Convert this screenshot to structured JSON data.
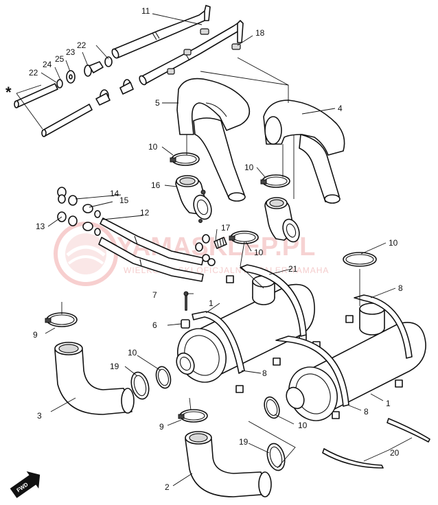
{
  "watermark": {
    "brand": "YAMASKLEP.PL",
    "tagline": "WIELKOPOLSKI OFICJALNY DEALER YAMAHA",
    "color": "#f3c4c4"
  },
  "callouts": {
    "c1a": "1",
    "c1b": "1",
    "c2": "2",
    "c3": "3",
    "c4": "4",
    "c5": "5",
    "c6": "6",
    "c7": "7",
    "c8a": "8",
    "c8b": "8",
    "c8c": "8",
    "c9a": "9",
    "c9b": "9",
    "c10a": "10",
    "c10b": "10",
    "c10c": "10",
    "c10d": "10",
    "c10e": "10",
    "c10f": "10",
    "c11": "11",
    "c12": "12",
    "c13": "13",
    "c14": "14",
    "c15": "15",
    "c16": "16",
    "c17": "17",
    "c18": "18",
    "c19a": "19",
    "c19b": "19",
    "c20": "20",
    "c21": "21",
    "c22a": "22",
    "c22b": "22",
    "c23": "23",
    "c24": "24",
    "c25": "25",
    "star": "*"
  },
  "fwd_badge": {
    "label": "FWD",
    "icon": "forward-arrow-icon"
  }
}
